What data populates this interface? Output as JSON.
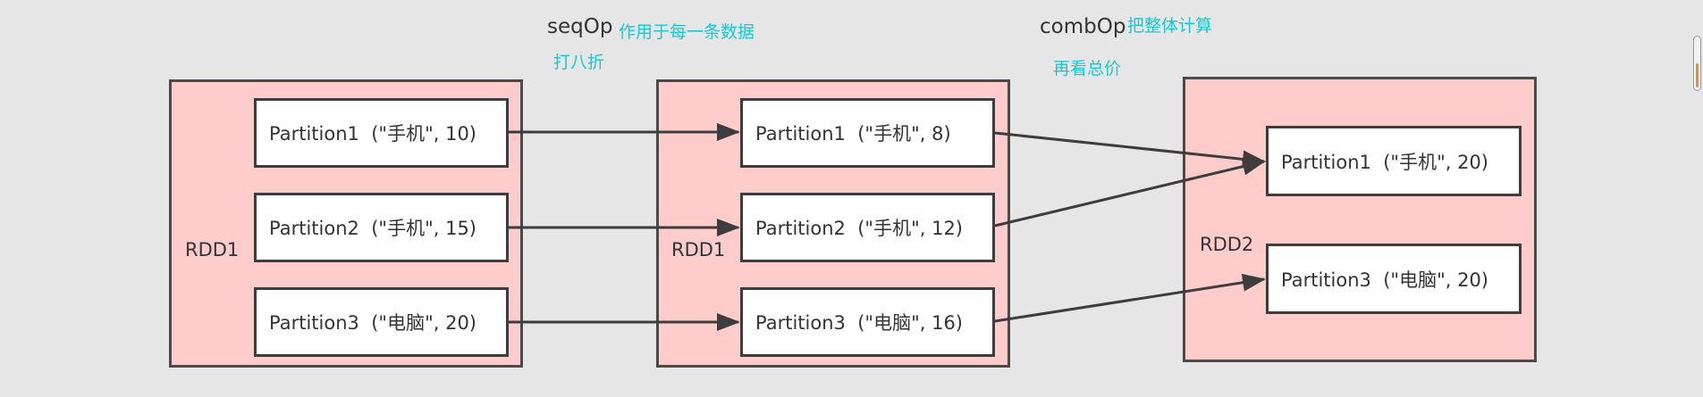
{
  "annotations": {
    "seq_op": "seqOp",
    "seq_op_desc": "作用于每一条数据",
    "seq_op_desc2": "打八折",
    "comb_op": "combOp",
    "comb_op_desc": "把整体计算",
    "comb_op_desc2": "再看总价"
  },
  "rdd_left": {
    "label": "RDD1",
    "partitions": [
      "Partition1  (\"手机\", 10)",
      "Partition2  (\"手机\", 15)",
      "Partition3  (\"电脑\", 20)"
    ]
  },
  "rdd_mid": {
    "label": "RDD1",
    "partitions": [
      "Partition1  (\"手机\", 8)",
      "Partition2  (\"手机\", 12)",
      "Partition3  (\"电脑\", 16)"
    ]
  },
  "rdd_right": {
    "label": "RDD2",
    "partitions": [
      "Partition1  (\"手机\", 20)",
      "Partition3  (\"电脑\", 20)"
    ]
  },
  "colors": {
    "rdd_fill": "#ffcccc",
    "box_border": "#3d3d3d",
    "annotation_cyan": "#19c8d2",
    "arrow": "#3d3d3d"
  }
}
